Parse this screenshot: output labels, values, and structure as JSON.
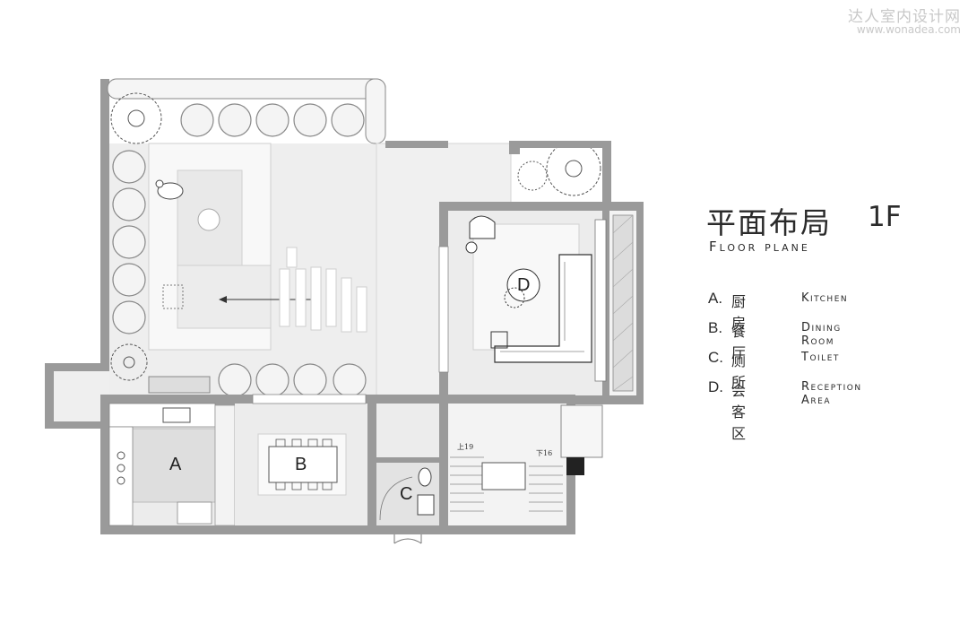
{
  "watermark": {
    "site_cn": "达人室内设计网",
    "site_url": "www.wonadea.com"
  },
  "title": {
    "main_cn": "平面布局",
    "level": "1F",
    "subtitle_en": "Floor plane"
  },
  "legend": [
    {
      "letter": "A.",
      "cn": "厨房",
      "en": "Kitchen"
    },
    {
      "letter": "B.",
      "cn": "餐厅",
      "en": "Dining Room"
    },
    {
      "letter": "C.",
      "cn": "厕所",
      "en": "Toilet"
    },
    {
      "letter": "D.",
      "cn": "会客区",
      "en": "Reception Area"
    }
  ],
  "rooms": {
    "a": "A",
    "b": "B",
    "c": "C",
    "d": "D"
  },
  "stairs": {
    "up": "上19",
    "down": "下16"
  },
  "colors": {
    "wall": "#9a9a9a",
    "floor": "#ececec",
    "highlight": "#f7f7f7",
    "line": "#777777",
    "accent": "#222222"
  }
}
